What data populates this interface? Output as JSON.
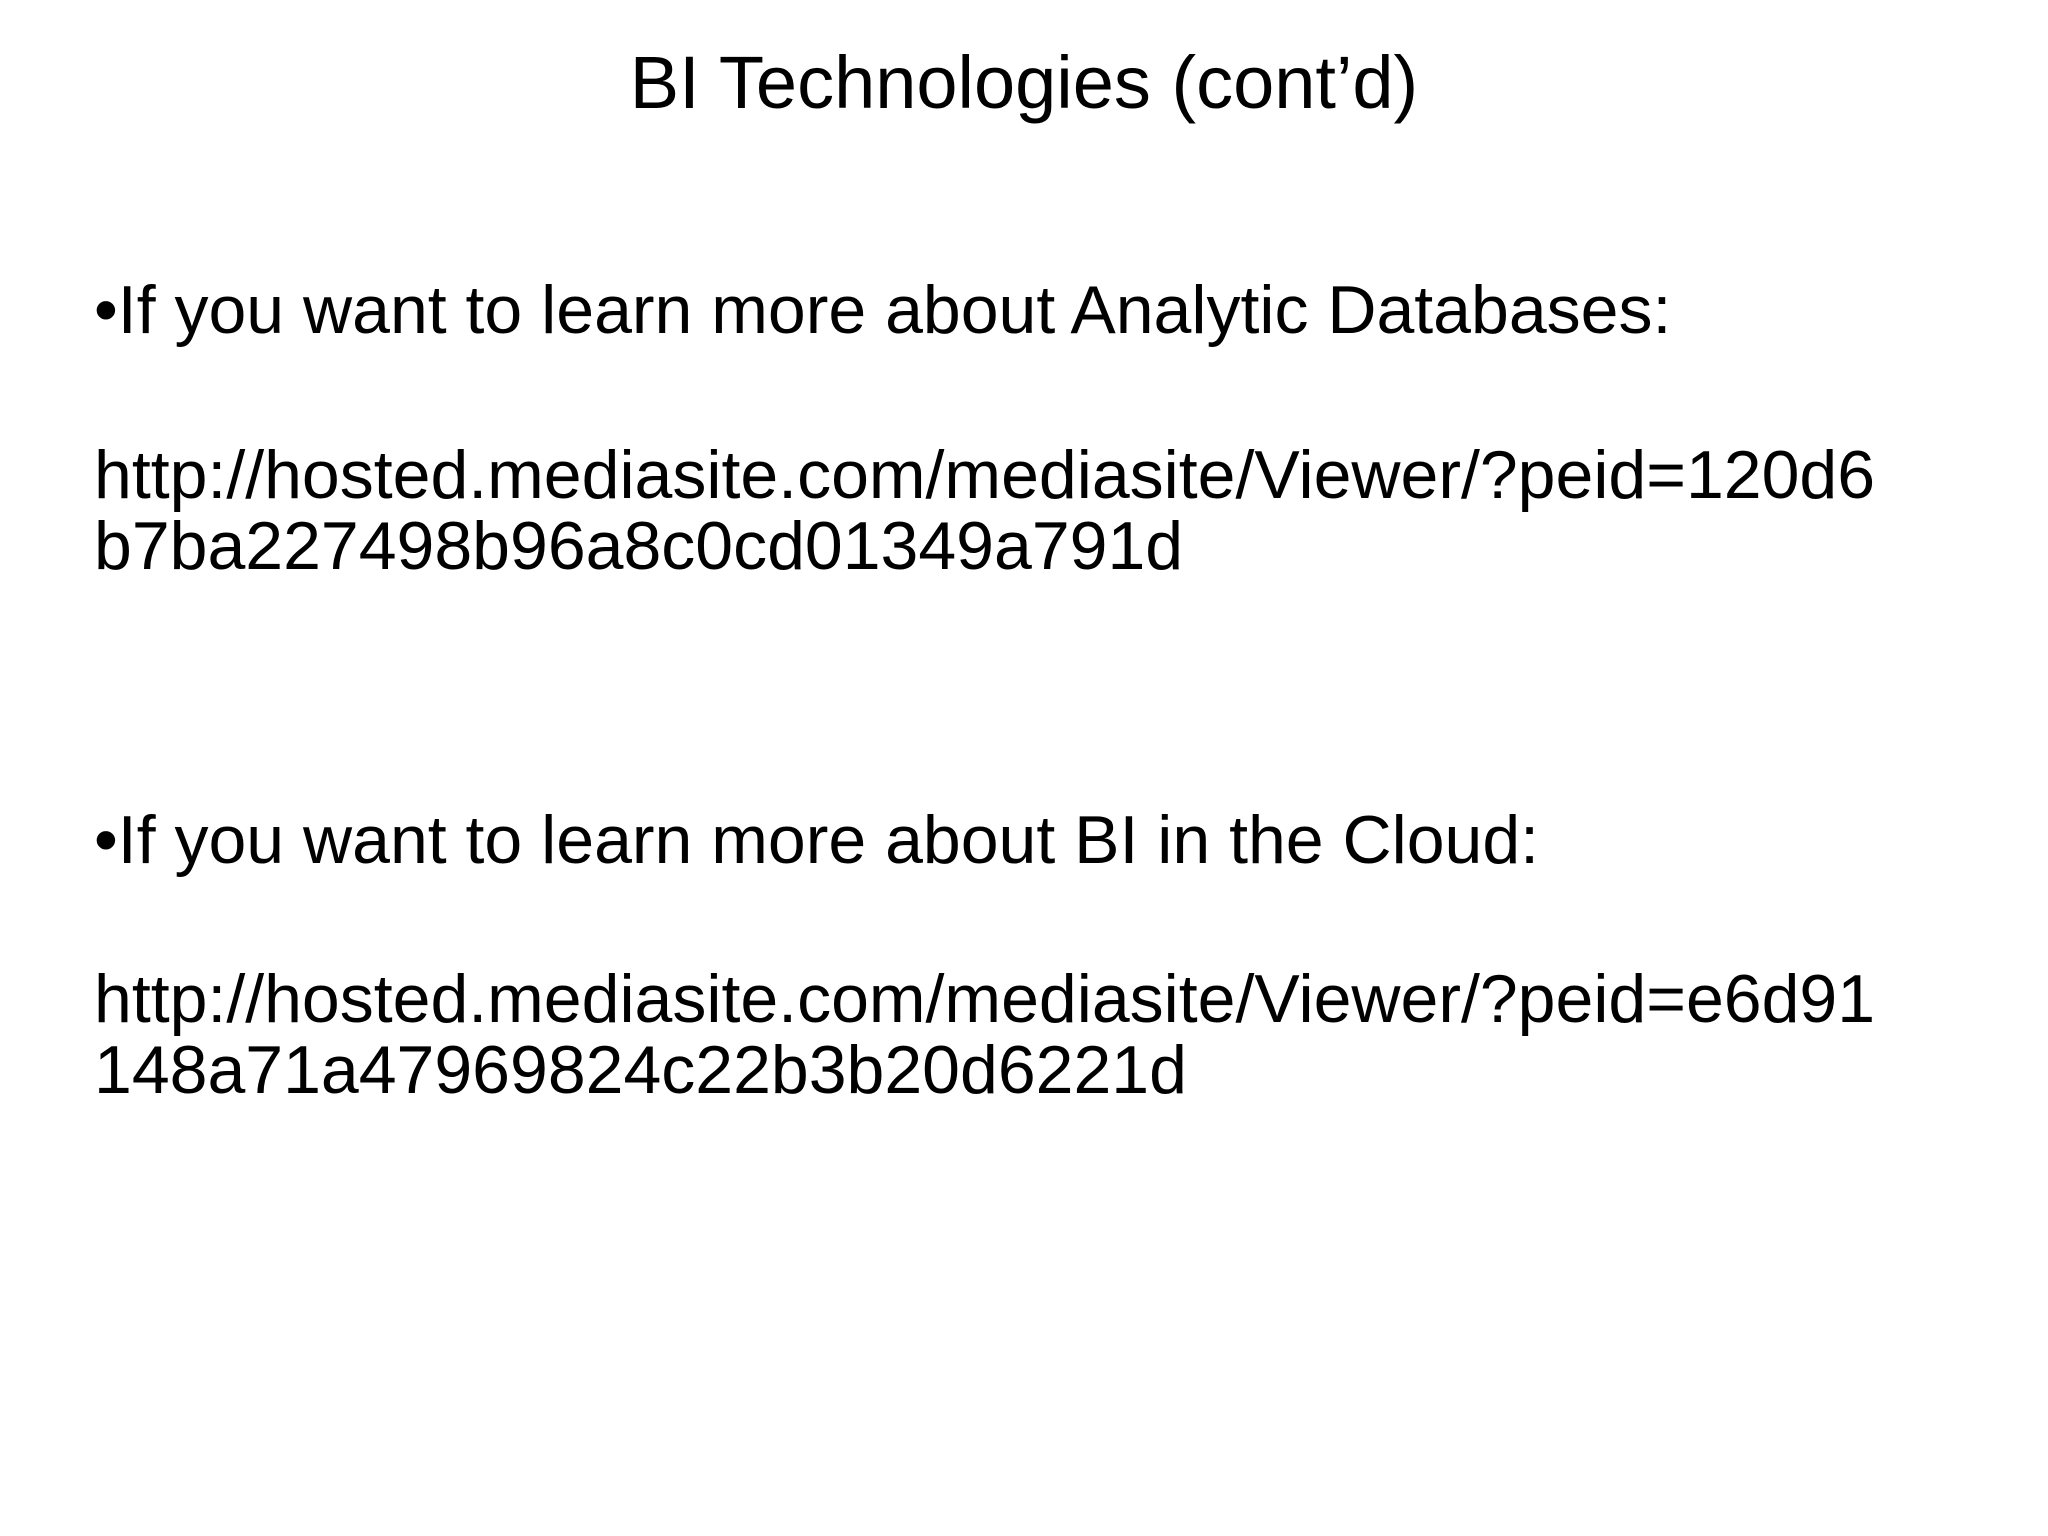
{
  "slide": {
    "title": "BI Technologies (cont’d)",
    "colors": {
      "background": "#ffffff",
      "text": "#000000"
    },
    "sections": [
      {
        "bullet": "•If you want to learn more about Analytic Databases:",
        "url_full": "http://hosted.mediasite.com/mediasite/Viewer/?peid=120d6b7ba227498b96a8c0cd01349a791d",
        "url_lines": [
          "http://hosted.mediasite.com/mediasite/Viewer/?peid=120d6",
          "b7ba227498b96a8c0cd01349a791d"
        ]
      },
      {
        "bullet": "•If you want to learn more about BI in the Cloud:",
        "url_full": "http://hosted.mediasite.com/mediasite/Viewer/?peid=e6d91148a71a47969824c22b3b20d6221d",
        "url_lines": [
          "http://hosted.mediasite.com/mediasite/Viewer/?peid=e6d91",
          "148a71a47969824c22b3b20d6221d"
        ]
      }
    ]
  }
}
